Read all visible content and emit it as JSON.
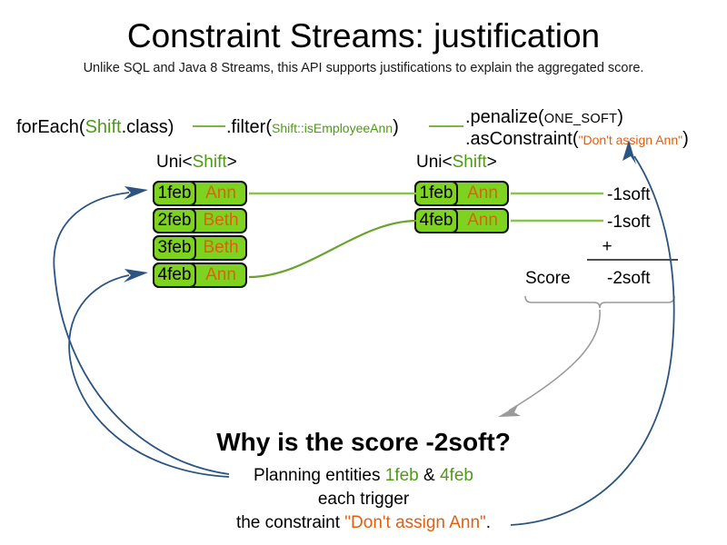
{
  "title": "Constraint Streams: justification",
  "subtitle": "Unlike SQL and Java 8 Streams, this API supports justifications to explain the aggregated score.",
  "pipeline": {
    "foreach": {
      "prefix": "forEach(",
      "type": "Shift",
      "suffix": ".class)"
    },
    "filter": {
      "prefix": ".filter(",
      "arg": "Shift::isEmployeeAnn",
      "suffix": ")"
    },
    "penalize": {
      "prefix": ".penalize(",
      "arg": "ONE_SOFT",
      "suffix": ")"
    },
    "as_constraint": {
      "prefix": ".asConstraint(",
      "arg": "\"Don't assign Ann\"",
      "suffix": ")"
    }
  },
  "streams": {
    "left": {
      "label_prefix": "Uni<",
      "label_type": "Shift",
      "label_suffix": ">",
      "rows": [
        {
          "date": "1feb",
          "employee": "Ann"
        },
        {
          "date": "2feb",
          "employee": "Beth"
        },
        {
          "date": "3feb",
          "employee": "Beth"
        },
        {
          "date": "4feb",
          "employee": "Ann"
        }
      ]
    },
    "right": {
      "label_prefix": "Uni<",
      "label_type": "Shift",
      "label_suffix": ">",
      "rows": [
        {
          "date": "1feb",
          "employee": "Ann"
        },
        {
          "date": "4feb",
          "employee": "Ann"
        }
      ]
    }
  },
  "score": {
    "penalty_1": "-1soft",
    "penalty_2": "-1soft",
    "operator": "+",
    "label": "Score",
    "total": "-2soft"
  },
  "explanation": {
    "heading": "Why is the score -2soft?",
    "line1_prefix": "Planning entities ",
    "line1_entity_a": "1feb",
    "line1_amp": " & ",
    "line1_entity_b": "4feb",
    "line2": "each trigger",
    "line3_prefix": "the constraint ",
    "line3_constraint": "\"Don't assign Ann\"",
    "line3_suffix": "."
  },
  "colors": {
    "fact_green": "#7ed321",
    "type_green": "#4f9a16",
    "line_green": "#7fb442",
    "string_orange": "#e05f10",
    "arrow_blue": "#2b5481",
    "arrow_gray": "#8c8c8c"
  }
}
